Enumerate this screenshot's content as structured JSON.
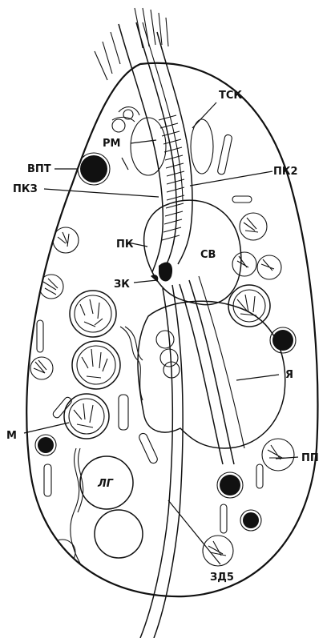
{
  "figure": {
    "labels": {
      "tsk": "ТСК",
      "rm": "РМ",
      "vpt": "ВПТ",
      "pkz": "ПКЗ",
      "pk2": "ПК2",
      "pk": "ПК",
      "sv": "СВ",
      "zk": "ЗК",
      "ya": "Я",
      "m": "М",
      "pp": "ПП",
      "lg": "ЛГ",
      "zd5": "ЗД5"
    },
    "colors": {
      "ink": "#111111",
      "background": "#ffffff",
      "stipple": "#333333"
    }
  }
}
